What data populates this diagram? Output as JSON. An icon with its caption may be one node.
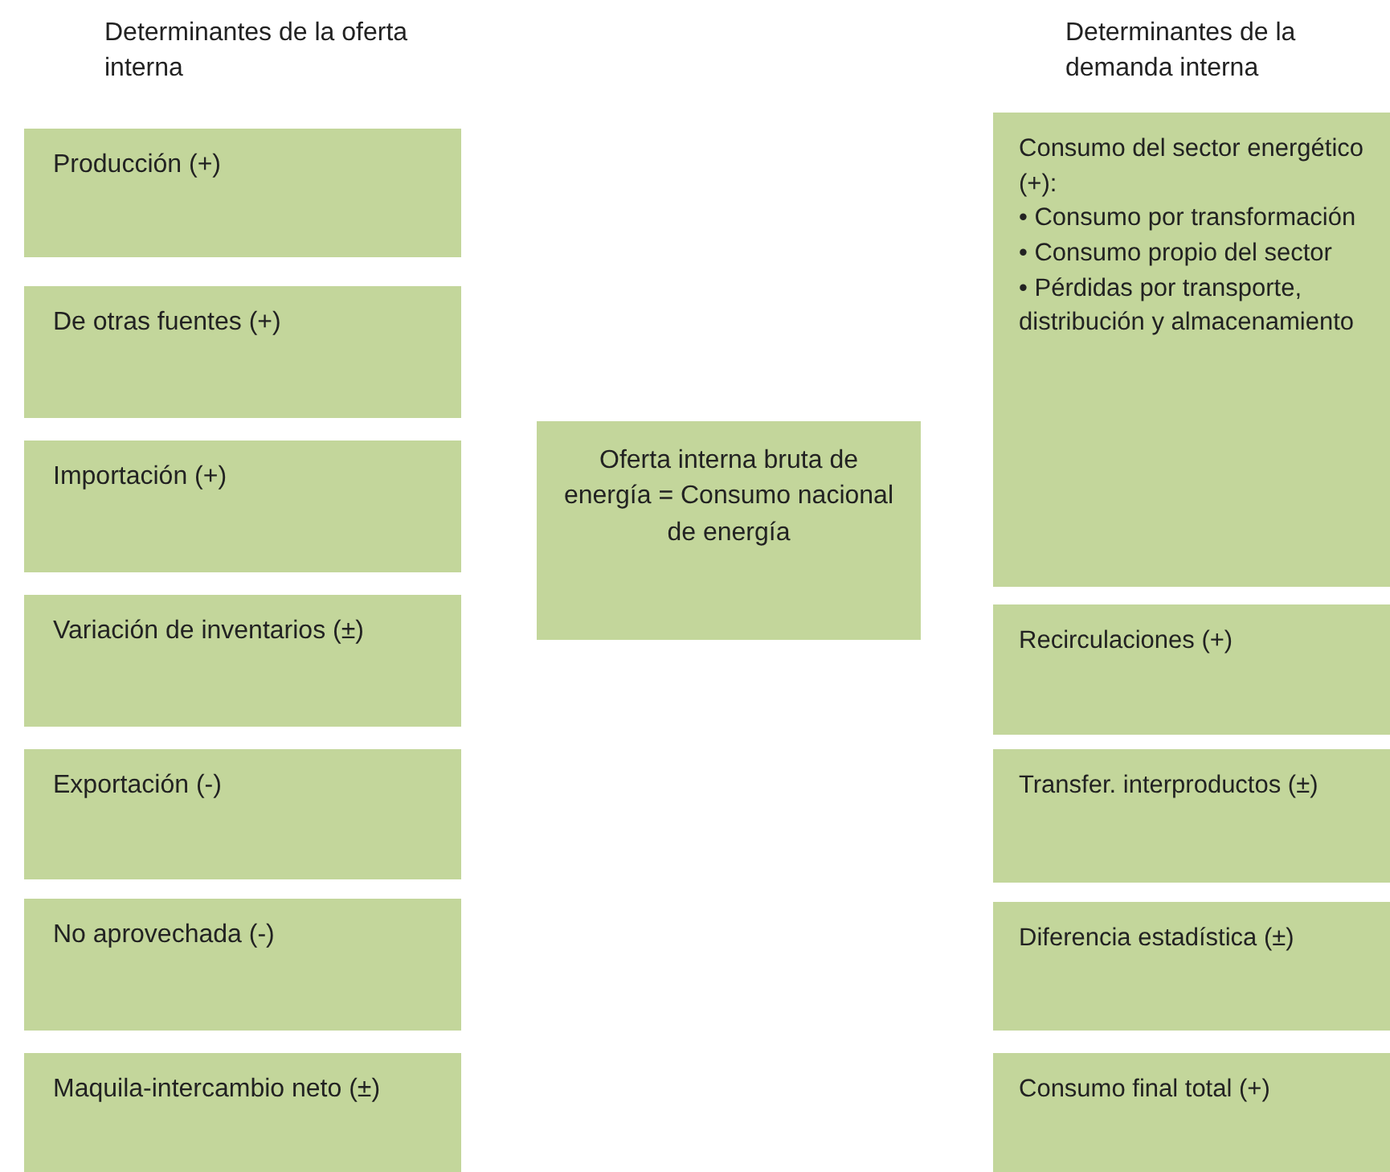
{
  "diagram": {
    "nodes": [
      {
        "text": [
          "Producción (+)"
        ]
      },
      {
        "text": [
          "De otras fuentes (+)"
        ]
      },
      {
        "text": [
          "Importación (+)"
        ]
      },
      {
        "text": [
          "Variación de inventarios (±)"
        ]
      },
      {
        "text": [
          "Exportación (-)"
        ]
      },
      {
        "text": [
          "No aprovechada (-)"
        ]
      },
      {
        "text": [
          "Maquila-intercambio neto (±)"
        ]
      },
      {
        "text": [
          "Oferta interna bruta de energía = Consumo nacional de energía"
        ]
      },
      {
        "text": [
          "Consumo del sector energético (+):",
          "• Consumo por transformación",
          "• Consumo propio del sector",
          "• Pérdidas por transporte, distribución y almacenamiento"
        ]
      },
      {
        "text": [
          "Recirculaciones (+)"
        ]
      },
      {
        "text": [
          "Transfer. interproductos (±)"
        ]
      },
      {
        "text": [
          "Diferencia estadística (±)"
        ]
      },
      {
        "text": [
          "Consumo final total (+)"
        ]
      }
    ],
    "labels": [
      "Determinantes de la oferta interna",
      "Determinantes de la demanda interna"
    ]
  }
}
